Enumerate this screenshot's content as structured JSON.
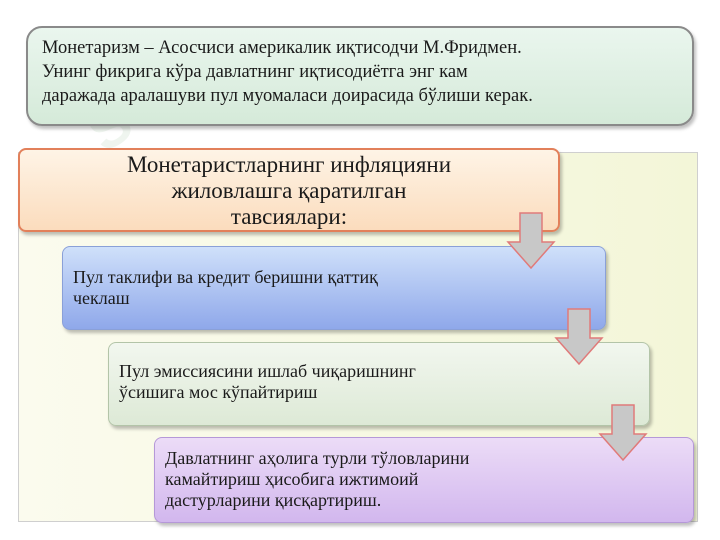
{
  "definition": {
    "lines": [
      "Монетаризм – Асосчиси америкалик иқтисодчи М.Фридмен.",
      "Унинг фикрига кўра давлатнинг иқтисодиётга энг кам",
      "даражада аралашуви пул муомаласи доирасида бўлиши керак."
    ]
  },
  "title": {
    "lines": [
      "Монетаристларнинг инфляцияни",
      "жиловлашга қаратилган",
      "тавсиялари:"
    ]
  },
  "steps": [
    {
      "lines": [
        "Пул таклифи ва кредит беришни қаттиқ",
        "чеклаш"
      ]
    },
    {
      "lines": [
        "Пул эмиссиясини ишлаб чиқаришнинг",
        "ўсишига мос кўпайтириш"
      ]
    },
    {
      "lines": [
        "Давлатнинг аҳолига турли тўловларини",
        "камайтириш ҳисобига ижтимоий",
        "дастурларини қисқартириш."
      ]
    }
  ],
  "watermark": {
    "text": "SOFF"
  },
  "colors": {
    "definition_bg": "#d5ead9",
    "title_border": "#e2805a",
    "step1_bg": "#8fa8ea",
    "step2_bg": "#dde9d6",
    "step3_bg": "#d2b7ee",
    "arrow_fill": "#c8c8c8",
    "arrow_stroke": "#e07a7a"
  }
}
